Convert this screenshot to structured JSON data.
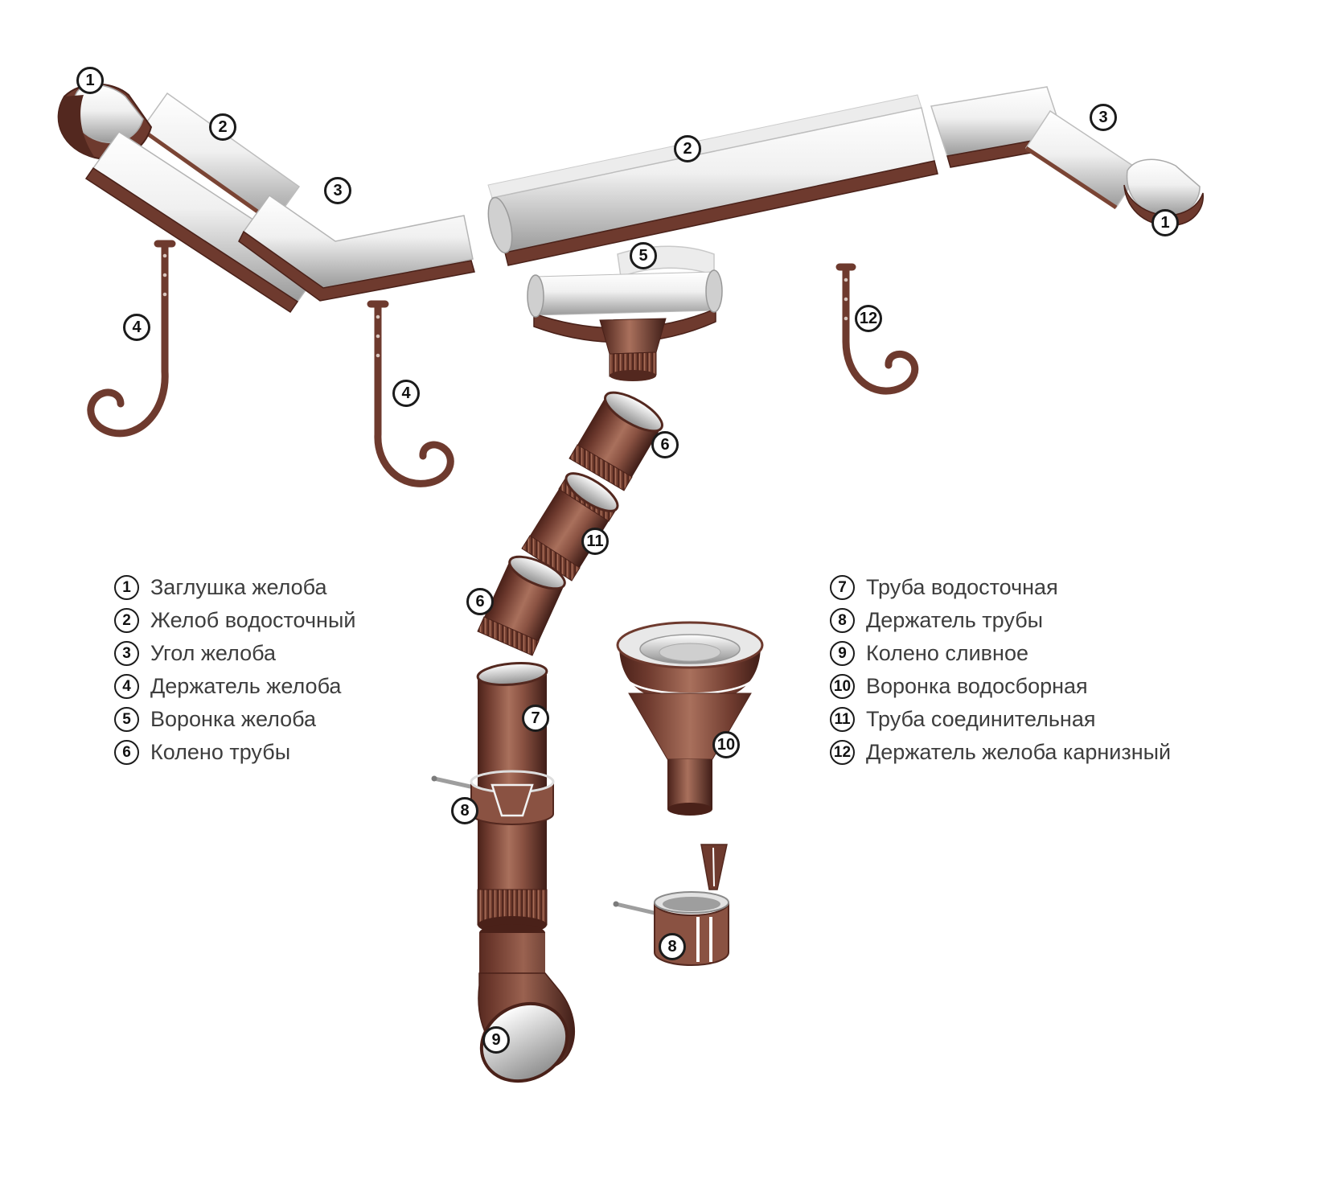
{
  "diagram": {
    "subject": "rain-gutter-system-exploded-diagram",
    "colors": {
      "brown": "#6e3a2e",
      "brown_dark": "#4a2119",
      "brown_light": "#a9705c",
      "metal_light": "#ffffff",
      "metal_dark": "#9a9a9a",
      "text": "#3d3d3d"
    }
  },
  "legend_left": {
    "items": [
      {
        "num": "1",
        "label": "Заглушка желоба"
      },
      {
        "num": "2",
        "label": "Желоб водосточный"
      },
      {
        "num": "3",
        "label": "Угол желоба"
      },
      {
        "num": "4",
        "label": "Держатель желоба"
      },
      {
        "num": "5",
        "label": "Воронка желоба"
      },
      {
        "num": "6",
        "label": "Колено трубы"
      }
    ]
  },
  "legend_right": {
    "items": [
      {
        "num": "7",
        "label": "Труба водосточная"
      },
      {
        "num": "8",
        "label": "Держатель трубы"
      },
      {
        "num": "9",
        "label": "Колено сливное"
      },
      {
        "num": "10",
        "label": "Воронка водосборная"
      },
      {
        "num": "11",
        "label": "Труба соединительная"
      },
      {
        "num": "12",
        "label": "Держатель желоба карнизный"
      }
    ]
  },
  "callouts": [
    {
      "num": "1"
    },
    {
      "num": "2"
    },
    {
      "num": "3"
    },
    {
      "num": "2"
    },
    {
      "num": "3"
    },
    {
      "num": "1"
    },
    {
      "num": "4"
    },
    {
      "num": "4"
    },
    {
      "num": "5"
    },
    {
      "num": "12"
    },
    {
      "num": "6"
    },
    {
      "num": "11"
    },
    {
      "num": "6"
    },
    {
      "num": "7"
    },
    {
      "num": "8"
    },
    {
      "num": "10"
    },
    {
      "num": "8"
    },
    {
      "num": "9"
    }
  ]
}
